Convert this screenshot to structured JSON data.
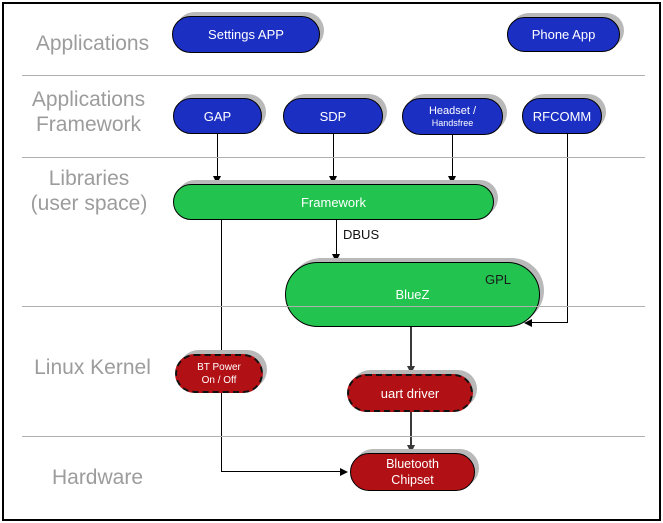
{
  "colors": {
    "app_node_blue": "#1c2fc3",
    "library_node_green": "#22c44f",
    "kernel_node_red": "#b11014",
    "layer_label_gray": "#9c9c9c",
    "divider_gray": "#b0b0b0",
    "shadow_gray": "#b9b9b9",
    "node_text": "#ffffff"
  },
  "layers": [
    {
      "id": "applications",
      "lines": [
        "Applications"
      ]
    },
    {
      "id": "applications-framework",
      "lines": [
        "Applications",
        "Framework"
      ]
    },
    {
      "id": "libraries-user-space",
      "lines": [
        "Libraries",
        "(user space)"
      ]
    },
    {
      "id": "linux-kernel",
      "lines": [
        "Linux Kernel"
      ]
    },
    {
      "id": "hardware",
      "lines": [
        "Hardware"
      ]
    }
  ],
  "nodes": {
    "settings_app": {
      "label": "Settings APP"
    },
    "phone_app": {
      "label": "Phone App"
    },
    "gap": {
      "label": "GAP"
    },
    "sdp": {
      "label": "SDP"
    },
    "headset": {
      "line1": "Headset /",
      "line2": "Handsfree"
    },
    "rfcomm": {
      "label": "RFCOMM"
    },
    "framework": {
      "label": "Framework"
    },
    "bluez": {
      "label": "BlueZ",
      "annotation": "GPL"
    },
    "bt_power": {
      "line1": "BT Power",
      "line2": "On / Off"
    },
    "uart_driver": {
      "label": "uart driver"
    },
    "bluetooth_chipset": {
      "line1": "Bluetooth",
      "line2": "Chipset"
    }
  },
  "edges": {
    "dbus_label": "DBUS"
  }
}
